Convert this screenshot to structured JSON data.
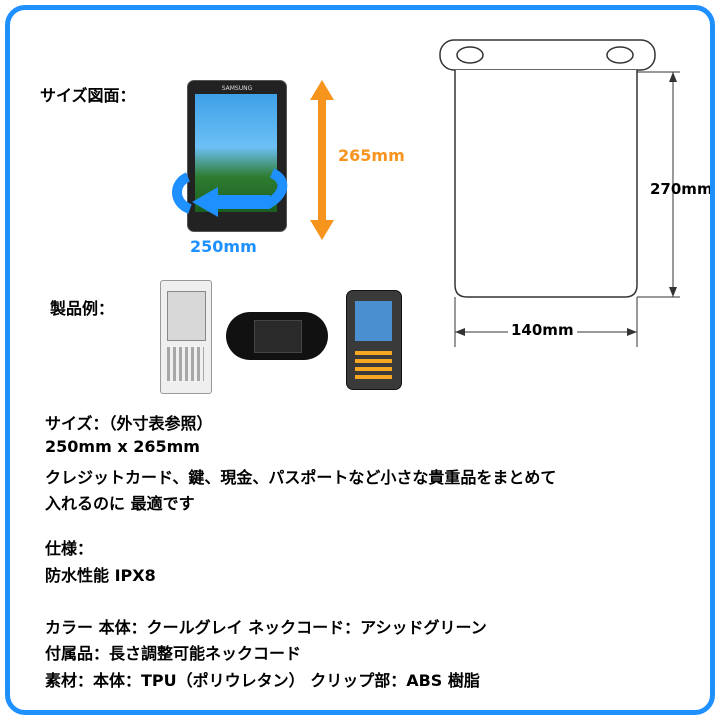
{
  "colors": {
    "frame": "#1e90ff",
    "width_arrow": "#1e90ff",
    "height_arrow": "#f7941d"
  },
  "top_left": {
    "size_diagram_label": "サイズ図面：",
    "tablet_brand": "SAMSUNG",
    "width_dim": "250mm",
    "height_dim": "265mm"
  },
  "diagram": {
    "height_dim": "270mm",
    "width_dim": "140mm"
  },
  "examples": {
    "label": "製品例：",
    "devices": [
      "ebook-reader",
      "handheld-game-console",
      "rugged-pda"
    ]
  },
  "description": {
    "size_line": "サイズ：（外寸表参照）",
    "size_value": "250mm x 265mm",
    "usage_line1": "クレジットカード、鍵、現金、パスポートなど小さな貴重品をまとめて",
    "usage_line2": "入れるのに 最適です",
    "spec_label": "仕様：",
    "spec_value": "防水性能 IPX8",
    "color_line": "カラー 本体：クールグレイ ネックコード：アシッドグリーン",
    "accessory_line": "付属品：長さ調整可能ネックコード",
    "material_line": "素材：本体：TPU（ポリウレタン） クリップ部：ABS 樹脂"
  }
}
